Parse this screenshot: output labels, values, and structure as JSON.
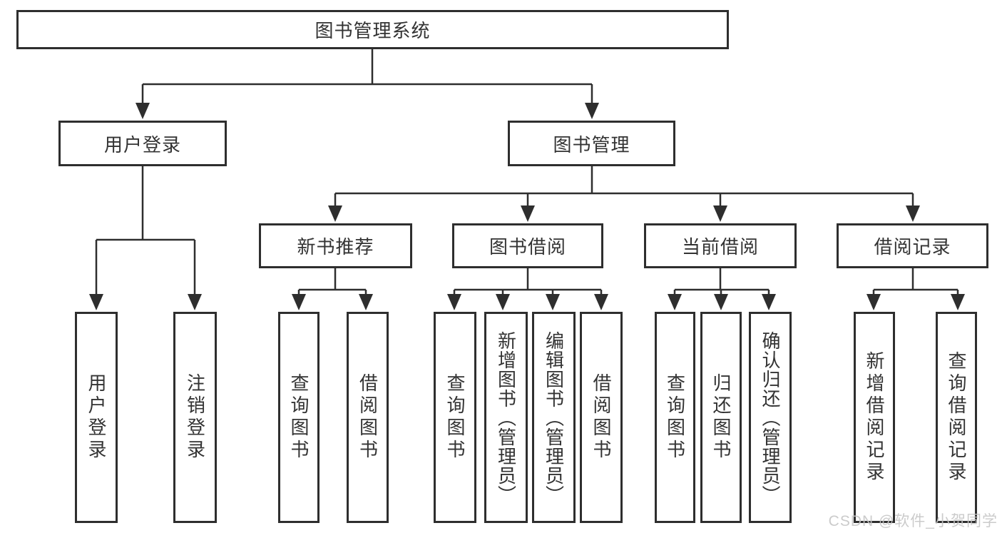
{
  "diagram": {
    "title": "图书管理系统",
    "root": {
      "label": "图书管理系统"
    },
    "branches": [
      {
        "label": "用户登录",
        "children": [
          "用户登录",
          "注销登录"
        ]
      },
      {
        "label": "图书管理",
        "children": [
          {
            "label": "新书推荐",
            "children": [
              "查询图书",
              "借阅图书"
            ]
          },
          {
            "label": "图书借阅",
            "children": [
              "查询图书",
              "新增图书（管理员）",
              "编辑图书（管理员）",
              "借阅图书"
            ]
          },
          {
            "label": "当前借阅",
            "children": [
              "查询图书",
              "归还图书",
              "确认归还（管理员）"
            ]
          },
          {
            "label": "借阅记录",
            "children": [
              "新增借阅记录",
              "查询借阅记录"
            ]
          }
        ]
      }
    ]
  },
  "watermark": "CSDN @软件_小贺同学",
  "colors": {
    "line": "#2e2e2e",
    "box_border": "#2e2e2e",
    "text": "#333333",
    "background": "#ffffff",
    "watermark": "#c6c6c6"
  }
}
